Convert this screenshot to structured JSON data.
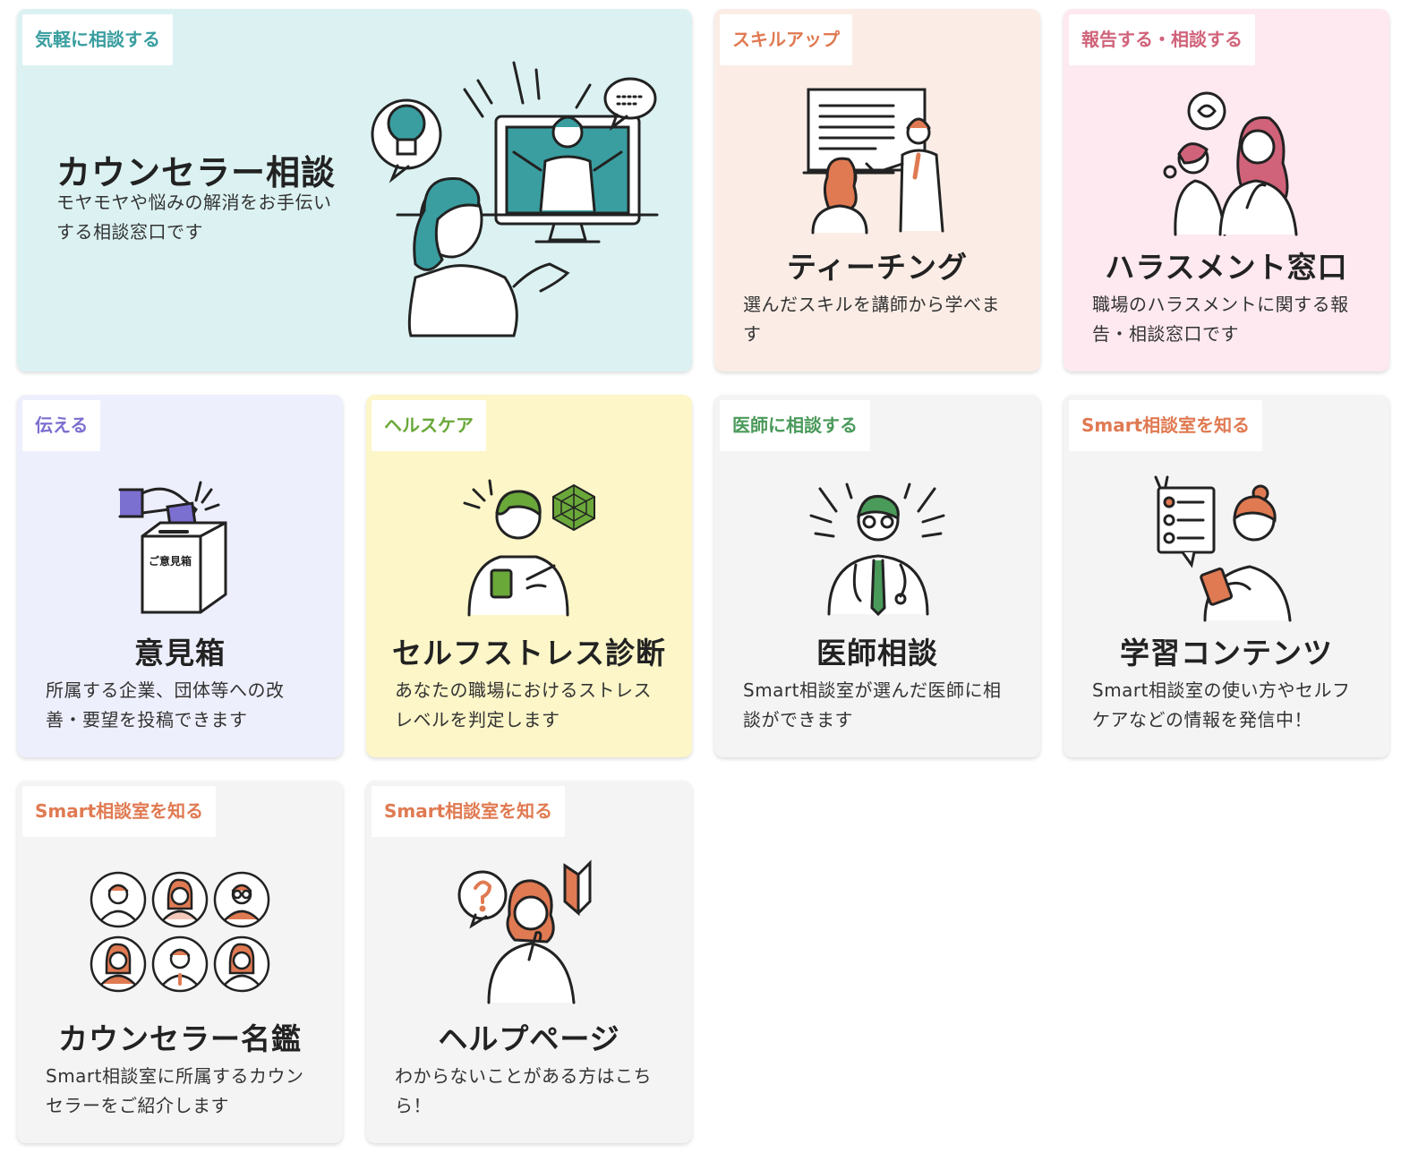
{
  "cards": [
    {
      "tag": "気軽に相談する",
      "tag_color": "#3a9ea0",
      "title": "カウンセラー相談",
      "desc": "モヤモヤや悩みの解消をお手伝いする相談窓口です",
      "bg": "#dcf2f2"
    },
    {
      "tag": "スキルアップ",
      "tag_color": "#e07a52",
      "title": "ティーチング",
      "desc": "選んだスキルを講師から学べます",
      "bg": "#fbede6"
    },
    {
      "tag": "報告する・相談する",
      "tag_color": "#d0637a",
      "title": "ハラスメント窓口",
      "desc": "職場のハラスメントに関する報告・相談窓口です",
      "bg": "#fde9ef"
    },
    {
      "tag": "伝える",
      "tag_color": "#7b6fd0",
      "title": "意見箱",
      "desc": "所属する企業、団体等への改善・要望を投稿できます",
      "bg": "#eeeffc",
      "box_label": "ご意見箱"
    },
    {
      "tag": "ヘルスケア",
      "tag_color": "#6aa83a",
      "title": "セルフストレス診断",
      "desc": "あなたの職場におけるストレスレベルを判定します",
      "bg": "#fcf6c8"
    },
    {
      "tag": "医師に相談する",
      "tag_color": "#4a9a5a",
      "title": "医師相談",
      "desc": "Smart相談室が選んだ医師に相談ができます",
      "bg": "#f4f4f4"
    },
    {
      "tag": "Smart相談室を知る",
      "tag_color": "#e07a52",
      "title": "学習コンテンツ",
      "desc": "Smart相談室の使い方やセルフケアなどの情報を発信中！",
      "bg": "#f4f4f4"
    },
    {
      "tag": "Smart相談室を知る",
      "tag_color": "#e07a52",
      "title": "カウンセラー名鑑",
      "desc": "Smart相談室に所属するカウンセラーをご紹介します",
      "bg": "#f4f4f4"
    },
    {
      "tag": "Smart相談室を知る",
      "tag_color": "#e07a52",
      "title": "ヘルプページ",
      "desc": "わからないことがある方はこちら！",
      "bg": "#f4f4f4"
    }
  ],
  "colors": {
    "teal": "#3a9ea0",
    "orange": "#e07a52",
    "pink": "#d0637a",
    "purple": "#7b6fd0",
    "green": "#6aa83a",
    "line": "#222222"
  },
  "icons": [
    "counselor-illustration",
    "teaching-illustration",
    "harassment-illustration",
    "opinion-box-illustration",
    "stress-check-illustration",
    "doctor-illustration",
    "learning-illustration",
    "counselor-directory-illustration",
    "help-illustration"
  ]
}
